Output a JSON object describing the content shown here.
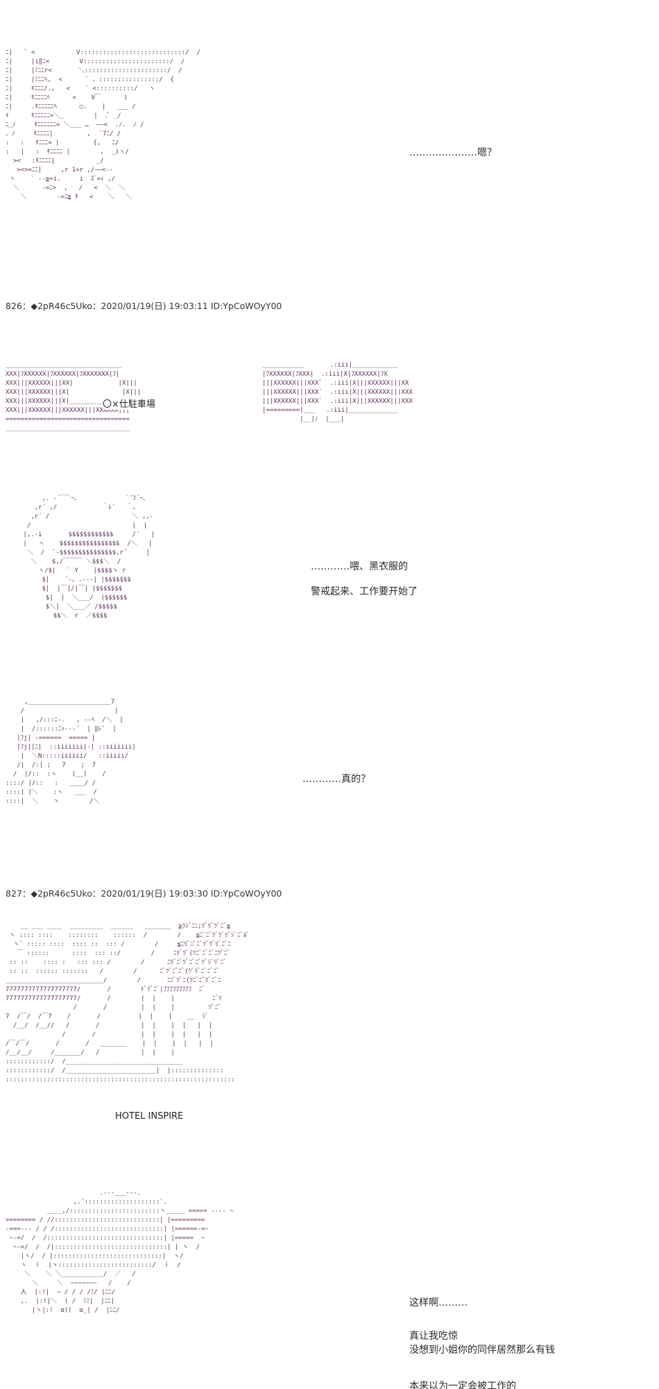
{
  "posts": [
    {
      "header": "826：◆2pR46c5Uko：2020/01/19(日) 19:03:11 ID:YpCoWOyY00"
    },
    {
      "header": "827：◆2pR46c5Uko：2020/01/19(日) 19:03:30 ID:YpCoWOyY00"
    }
  ],
  "dialogue": {
    "d1": "…………………嗯？",
    "d2": "…………喂、黑衣服的",
    "d3": "警戒起来、工作要开始了",
    "d4": "…………真的？",
    "d5": "这样啊………",
    "d6": "真让我吃惊",
    "d7": "没想到小姐你的同伴居然那么有钱",
    "d8": "本来以为一定会被工作的"
  },
  "signs": {
    "parking": "〇×仕駐車場",
    "hotel": "HOTEL  INSPIRE"
  },
  "art": {
    "a1": "ﾆ|   ` <           V::::::::::::::::::::::::::::/  /\nﾆ|     |i‖ﾆ<        V:::::::::::::::::::::::/  /\nﾆ|     |ﾐﾆﾆr<       ＼::::::::::::::::::::::/  /\nﾆ|     |ﾐﾆﾆﾍ,  <      ` 、::::::::::::::::/  {\nﾆ|     ｷﾆﾆﾆ/.,   <    ` <::::::::::/   ヽ\nﾆ|     ｷﾆﾆﾆﾆﾍ      <    V￣      )\nﾆ|     .ｷﾆﾆﾆﾆﾆﾍ      ○.    |   ___ /\nｲ      ｷﾆﾆﾆﾆﾆ=＼_        |  .ﾟ _/ \nﾆ_ﾉ     ｷﾆﾆﾆﾆﾆﾆ= ＼___ …  ——<  .ﾉ.  ﾉ /\n、ﾉ     ｷﾆﾆﾆﾆ|         ,   ﾞ7ﾆ/ /\n:   :   ｷﾆﾆﾆ= |         {,   ﾆ/\n:   |   :  ｷﾆﾆﾆﾆ |        ,  _)ヽ/\n  ><   :ｷﾆﾆﾆﾆ|           _/\n   ><>=ﾆﾆ|     ,r 1=r ,/——<--\n ヽ    ` --≧=i.     i  ｽﾞ=ｨ ,/\n  ＼      -=ﾆ>  ,   /   <  ＼  ＼\n    ＼        -=ﾆ≧ ﾁ   <    ＼   ＼",
    "a2": "_______________________________\nXXX|ﾌXXXXXX|ﾌXXXXXX|ﾌXXXXXXX|ﾌ|\nXXX|||XXXXXX|||XX|            |X|||\nXXX|||XXXXXX|||X|              |X|||\nXXX|||XXXXXX|||X|______________|X|||\nXXX|||XXXXXX|||XXXXXX|||XXXXXX|||\n=================================\n_________________________________",
    "a3": "___________       .:iii|____________\n|ﾌXXXXXX|ﾌXXX|  .:iii|X|ﾌXXXXXX|ﾌX\n|||XXXXXX|||XXX`  .:iii|X|||XXXXXX|||XX\n|||XXXXXX|||XXX`  .:iii|X|||XXXXXX|||XXX\n|||XXXXXX|||XXX`  .:iii|X|||XXXXXX|||XXX\n|=========|___   .:iii|_____________\n          |__|ﾉ  |___|",
    "a4": "      ,. -´￣`ｰ、            `´ﾌ´ｰ、\n    ,r´ ,/            ｀ﾚ´   ｀、\n   ,r´ /                      ＼ ,,-\n  /                           |  |\n |,.-i       $$$$$$$$$$$$     /´   |\n |   ヽ    $$$$$$$$$$$$$$$$  /＼   |\n  ＼  /  `-$$$$$$$$$$$$$$$,r´     |\n   ＼    $,/￣￣￣ ＼$$$＼  /\n     ヽ/$|   ` Y    |$$$$ヽ r\n      $|    ´‐、.---| |$$$$$$$\n      $|  |￣|/|￣| |$$$$$$$\n       $|  |  ＼___/  |$$$$$$\n       $＼|  ＼___／ /$$$$$\n         $$＼  r  ／$$$$",
    "a5": "     ,______________________7\n    /                        |\n    |   ,/:::ﾆ-.   , --ﾍ  /＼  |\n    |  /::::::ﾆｯ--‐´  | ‖ﾚ`  |\n   |ﾌj| ‐======  ===== |\n   |ﾌj||ﾆ|  ::iiiiiii|-| ::iiiiiii|\n    |  ＼N:::::iiiiii/   ::iiiii/\n   /|  /:| ;   7    ;  7\n  /  |/::  :ヽ    (__)    /\n::::/ |/::   :   ____/ /\n::::| |＼    :ヽ   ___  /\n::::|  ＼    ヽ        /＼",
    "a6": "    __ ___ ____  _________  ______   _______  ≧ﾗｼﾞﾆﾆ;ﾂﾞﾘﾞﾂﾞﾆﾞ≦\n ヽ :::: ::::    ::::::::    ::::::  /        /    ≦ﾆﾞﾆﾞﾂﾞﾂﾞﾘﾞｼﾞﾆﾞﾙﾞ\n  ヽ` ::::: ::::  :::: ::  ::: /        /     ≦ﾆﾘﾞﾆﾞﾆﾞﾂﾞﾂﾞﾘﾞﾆﾞﾆ\n   ￣ ::::::      ::::  ::: ::/        /     ﾆﾘﾞﾂﾞ(ﾂﾆﾞﾆﾞﾆﾞﾆﾂﾞﾆﾞ\n :: ::    :::: :   ::: ::: /        /      ﾆﾘﾞﾆﾞﾂﾞﾆﾞﾆﾞﾂﾞｼﾞﾘﾞﾆﾞ\n :: ::  :::::: :::::::   /        /      ﾆﾞﾂﾞﾆﾞﾆﾞ(ﾂﾞﾘﾞﾆﾞﾆﾞﾆﾞ\n__________________________/        /       ﾆﾆﾞﾂﾞﾆ(ﾂﾆﾞﾆﾞﾘﾞﾆﾞﾆ\n7777777777777777777/       /        ﾄﾞﾘﾞﾆﾞ|ﾌﾌﾌﾌﾌﾌﾌﾌﾌ  ﾆﾞ\n7777777777777777777/       /        |  |    |          ﾆﾞﾘ\n                  /       /         |  |    |         ﾂﾞﾆﾞ\n7  /￣/  /￣7    /       /          |  |    |    __  ｼﾞ\n  /__/  /__//   /       /           |  |    |  |   |  |\n               /       /            |  |    |  |   |  |\n/￣/￣/       /       /   _______    |  |    |  |   |  |\n/__/__/     /_______/   /           |  |    |\n::::::::::::/  /_______________________________\n::::::::::::/  /________________________|  |::::::::::::::\n:::::::::::::::::::::::::::::::::::::::::::::::::::::::::::::",
    "a7": "                         .---___---.\n                  ,.´::::::::::::::::::::`.\n           ____,/::::::::::::::::::::::::ヽ_____ ===== ---- ~\n======== / //::::::::::::::::::::::::::::| |=========\n-===--- / / /:::::::::::::::::::::::::::::| |======-=~\n ~-=/  /  /:::::::::::::::::::::::::::::::| |=====  ~\n  ~-=/  /  /|::::::::::::::::::::::::::::::| | ヽ  /\n    |ヽ/  / |:::::::::::::::::::::::::::::|  ヽ/\n    ヽ  ｉ  |ヽ:::::::::::::::::::::::::/  ｉ  /\n     ＼    ＼ ＼___________/  ／   /\n       ＼     ＼  ~~~~~~~   /    /\n    人  |:!|  ~ / / / /ﾐ/ |ﾆﾆ/\n    ,.  |:!|＼  ( /  ﾐﾐ|  |ﾆﾆ|\n       |ヽ|:!  α((  α_| /  |ﾆﾆ/"
  }
}
